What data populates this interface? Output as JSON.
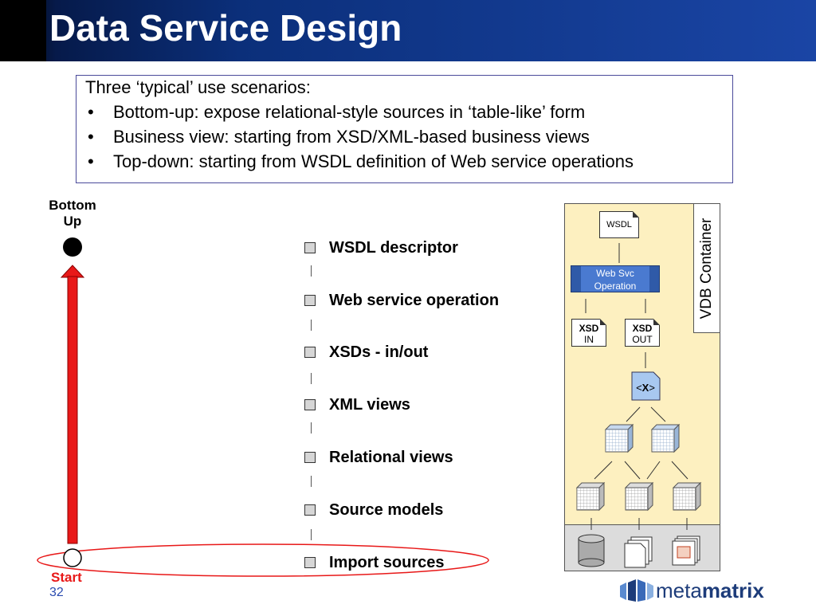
{
  "header": {
    "title": "Data Service Design"
  },
  "scenarios": {
    "heading": "Three ‘typical’ use scenarios:",
    "items": [
      "Bottom-up: expose relational-style sources in ‘table-like’ form",
      "Business view: starting from XSD/XML-based business views",
      "Top-down: starting from WSDL definition of Web service operations"
    ]
  },
  "arrow": {
    "top_label_line1": "Bottom",
    "top_label_line2": "Up",
    "start_label": "Start"
  },
  "steps": [
    "WSDL descriptor",
    "Web service operation",
    "XSDs - in/out",
    "XML views",
    "Relational views",
    "Source models",
    "Import sources"
  ],
  "vdb": {
    "container_label": "VDB Container",
    "wsdl_doc": "WSDL",
    "websvc_line1": "Web Svc",
    "websvc_line2": "Operation",
    "xsd_in_line1": "XSD",
    "xsd_in_line2": "IN",
    "xsd_out_line1": "XSD",
    "xsd_out_line2": "OUT",
    "xml_doc": "X"
  },
  "footer": {
    "slide_number": "32",
    "logo_prefix": "meta",
    "logo_suffix": "matrix"
  },
  "colors": {
    "arrow_red": "#e81818",
    "title_blue": "#1a45a5",
    "panel_yellow": "#fdf0c0"
  }
}
